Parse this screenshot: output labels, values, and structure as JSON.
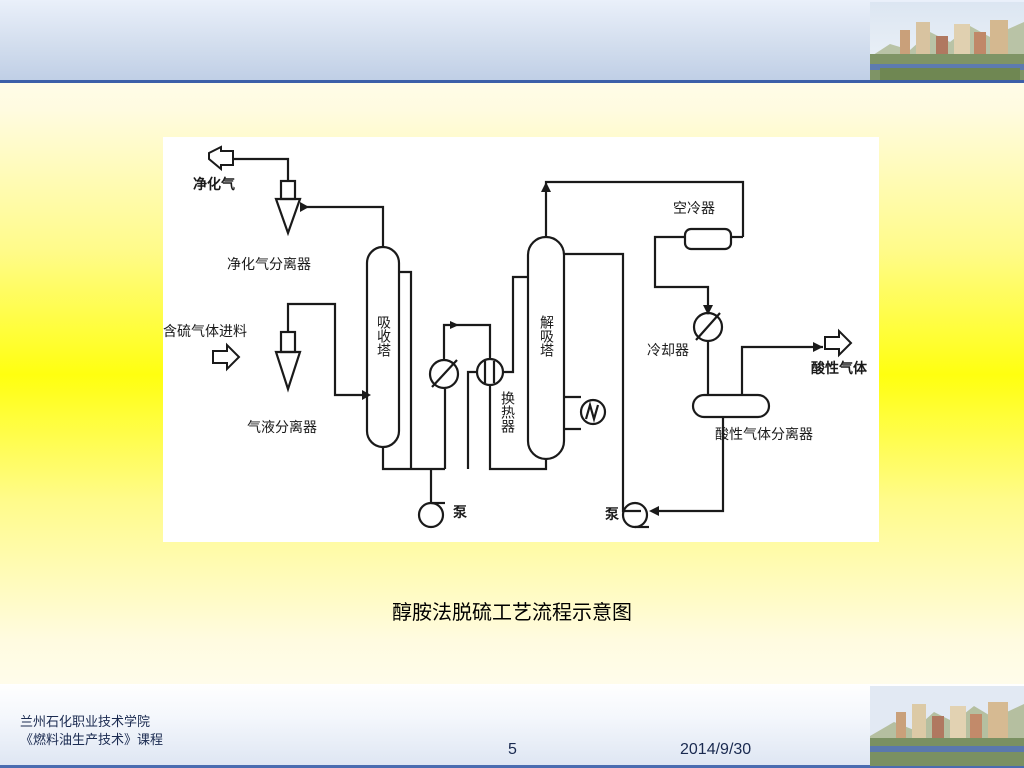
{
  "labels": {
    "purified_gas": "净化气",
    "purified_gas_separator": "净化气分离器",
    "sulfur_gas_feed": "含硫气体进料",
    "gas_liquid_separator": "气液分离器",
    "absorber": "吸收塔",
    "heat_exchanger": "换热器",
    "regenerator": "解吸塔",
    "air_cooler": "空冷器",
    "cooler": "冷却器",
    "acid_gas": "酸性气体",
    "acid_gas_separator": "酸性气体分离器",
    "pump_left": "泵",
    "pump_right": "泵"
  },
  "caption": "醇胺法脱硫工艺流程示意图",
  "footer": {
    "school": "兰州石化职业技术学院",
    "course": "《燃料油生产技术》课程",
    "page": "5",
    "date": "2014/9/30"
  }
}
